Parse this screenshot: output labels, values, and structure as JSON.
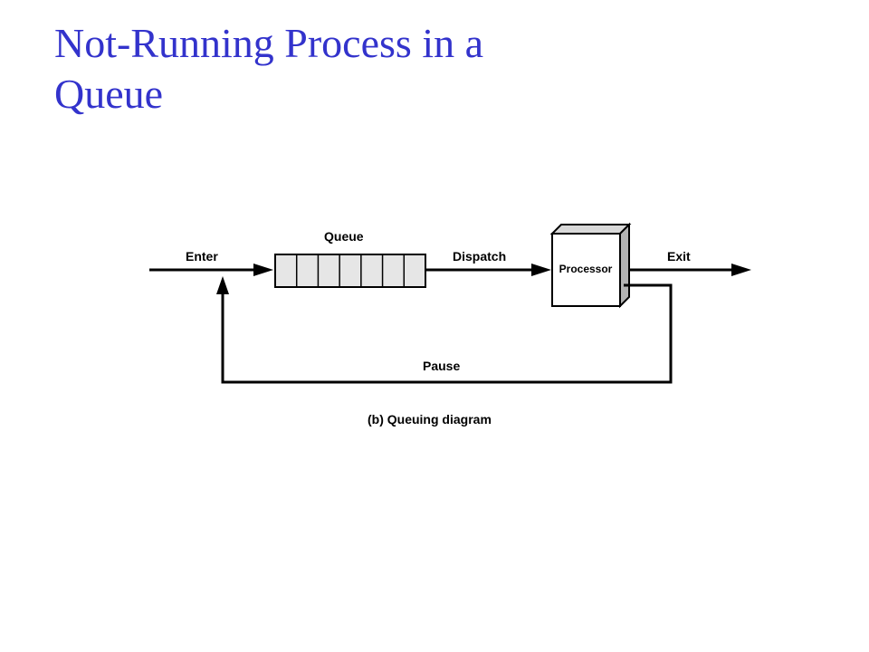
{
  "title": {
    "line1": "Not-Running Process in a",
    "line2": "Queue"
  },
  "diagram": {
    "labels": {
      "enter": "Enter",
      "queue": "Queue",
      "dispatch": "Dispatch",
      "processor": "Processor",
      "exit": "Exit",
      "pause": "Pause"
    },
    "caption": "(b) Queuing diagram",
    "queue_slots": 7,
    "colors": {
      "title": "#3333cc",
      "queue_fill": "#e6e6e6",
      "processor_face": "#ffffff",
      "processor_side": "#b3b3b3",
      "processor_top": "#d9d9d9",
      "line": "#000000"
    }
  }
}
